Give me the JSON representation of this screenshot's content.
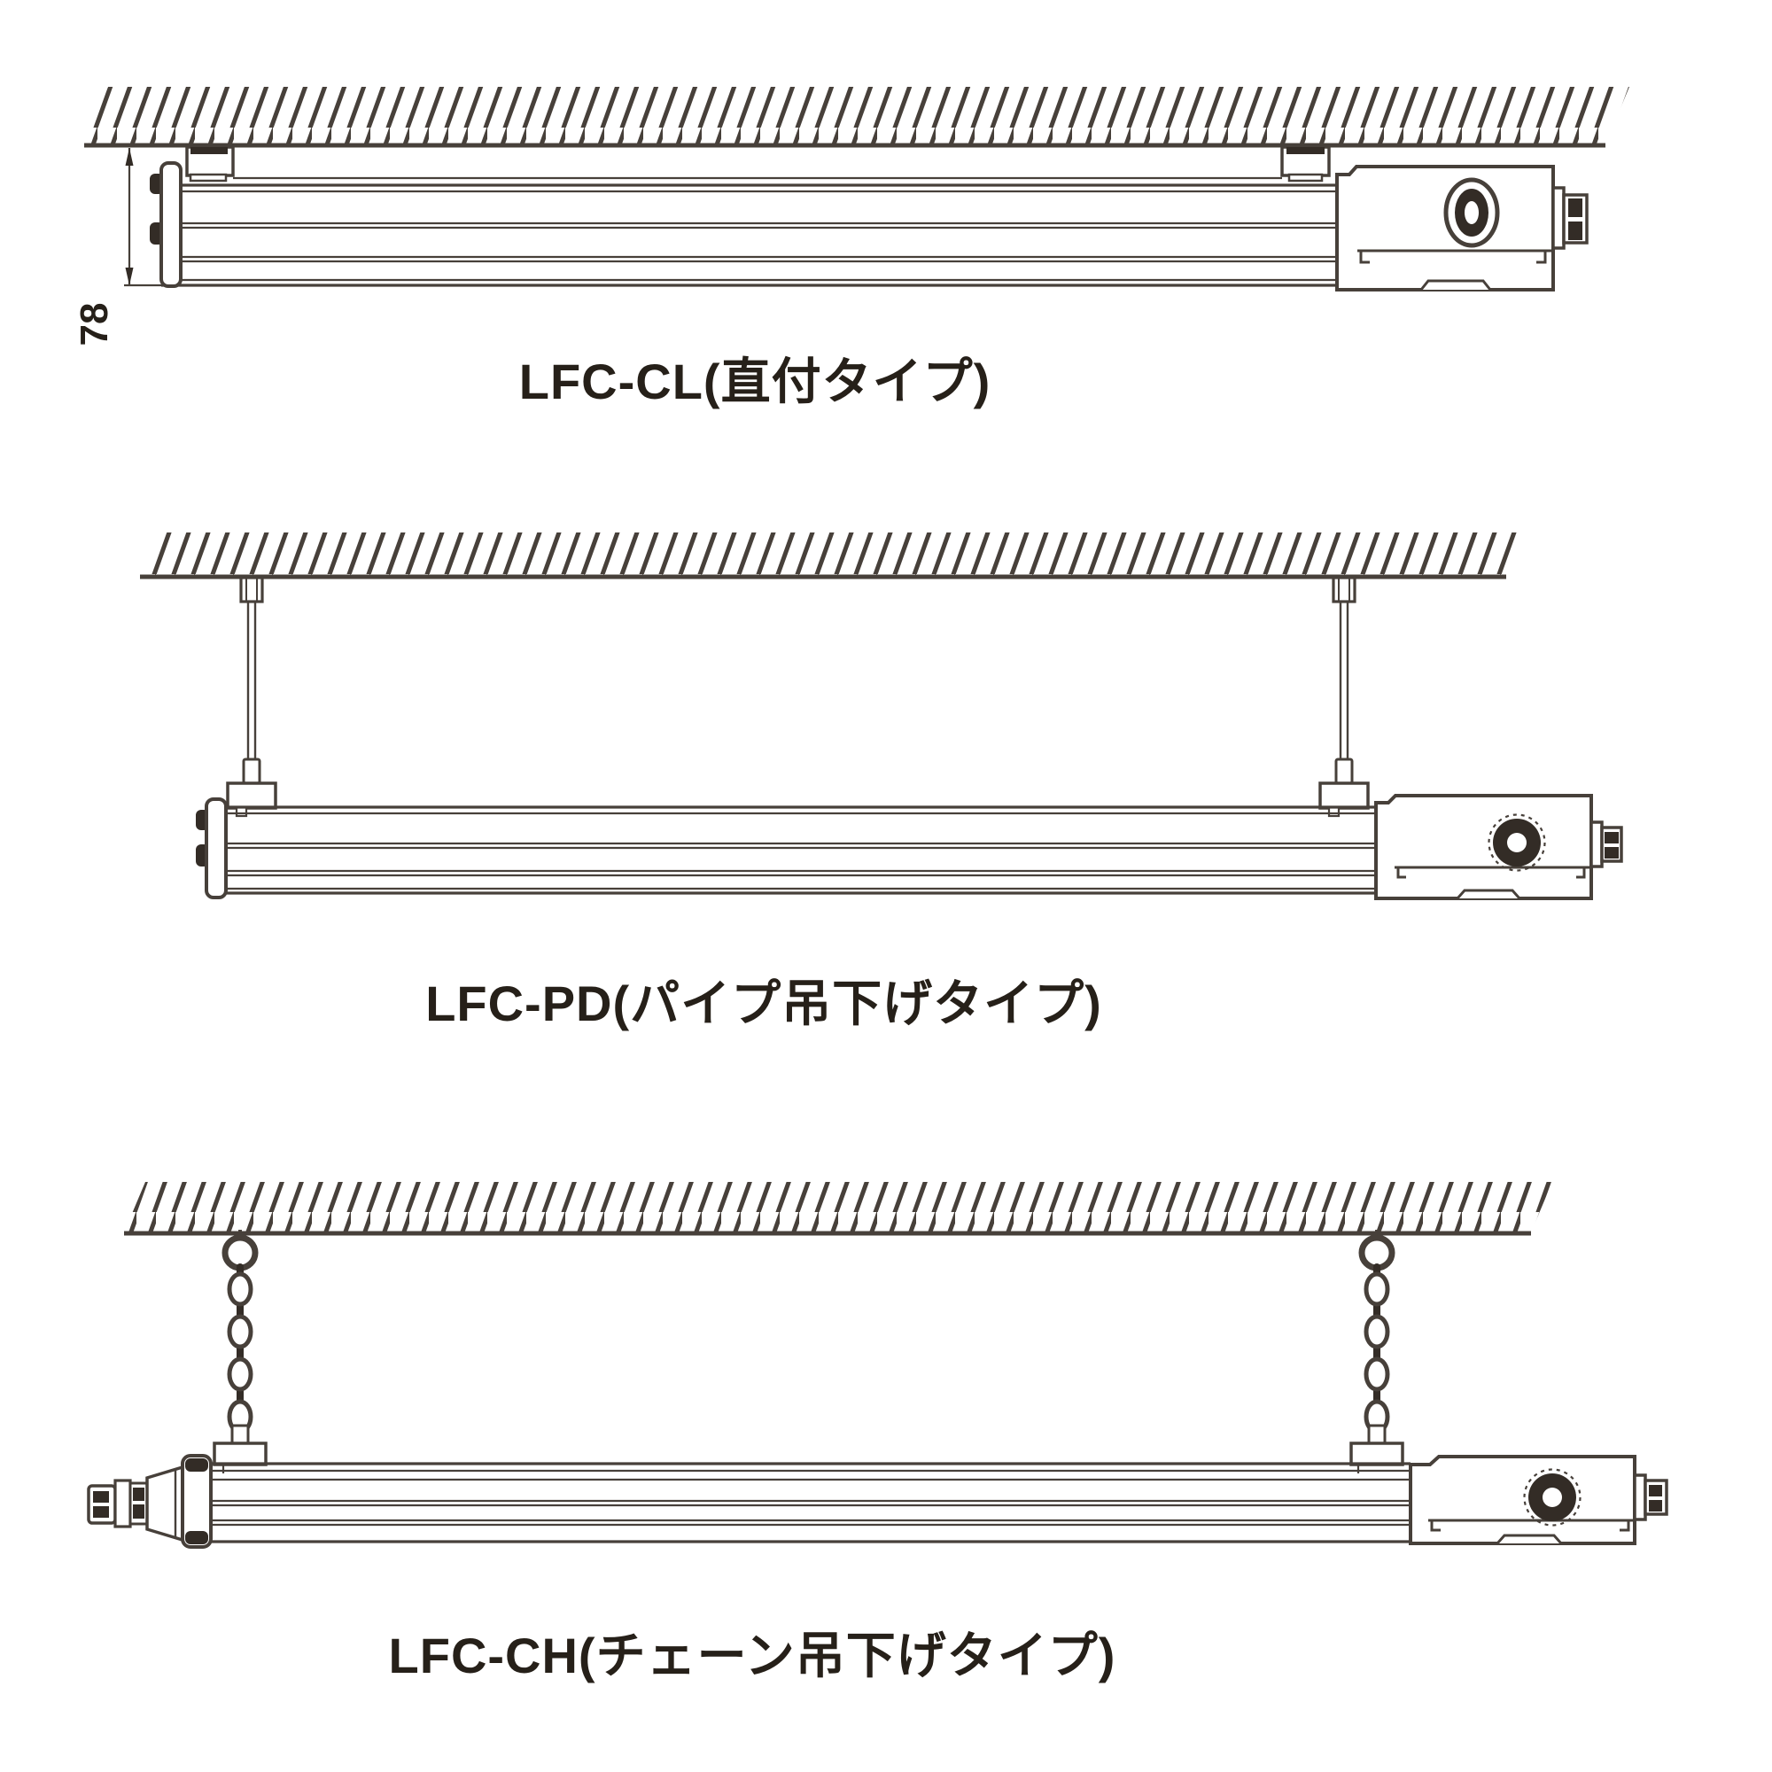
{
  "window": {
    "background": "#ffffff"
  },
  "colors": {
    "line": "#47403a",
    "dark": "#332c26",
    "text": "#262019"
  },
  "diagrams": [
    {
      "model": "LFC-CL",
      "title": "LFC-CL(直付タイプ)",
      "mount_type": "ceiling-direct",
      "dimension_label": "78"
    },
    {
      "model": "LFC-PD",
      "title": "LFC-PD(パイプ吊下げタイプ)",
      "mount_type": "pipe-pendant"
    },
    {
      "model": "LFC-CH",
      "title": "LFC-CH(チェーン吊下げタイプ)",
      "mount_type": "chain-pendant"
    }
  ]
}
